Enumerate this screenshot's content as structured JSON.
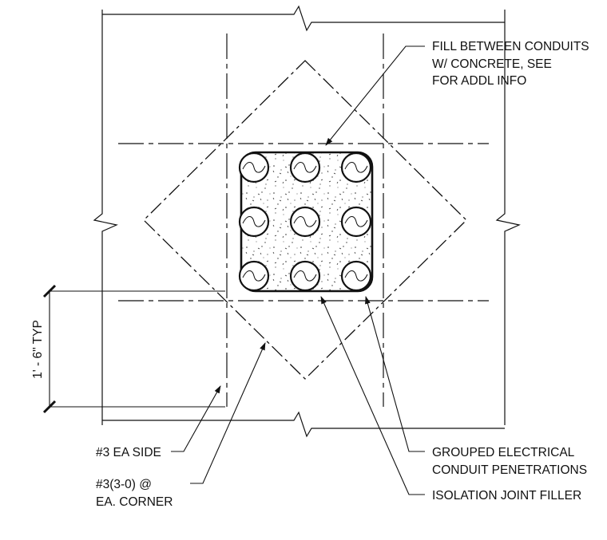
{
  "callouts": {
    "fill_concrete": [
      "FILL BETWEEN CONDUITS",
      "W/ CONCRETE, SEE",
      "FOR ADDL INFO"
    ],
    "grouped_conduit": [
      "GROUPED ELECTRICAL",
      "CONDUIT PENETRATIONS"
    ],
    "isolation_joint": "ISOLATION JOINT FILLER",
    "bar_each_side": "#3 EA SIDE",
    "bar_corner": [
      "#3(3-0) @",
      "EA. CORNER"
    ]
  },
  "dimension": {
    "label": "1' - 6\" TYP"
  },
  "conduit_grid": {
    "rows": 3,
    "columns": 3
  }
}
